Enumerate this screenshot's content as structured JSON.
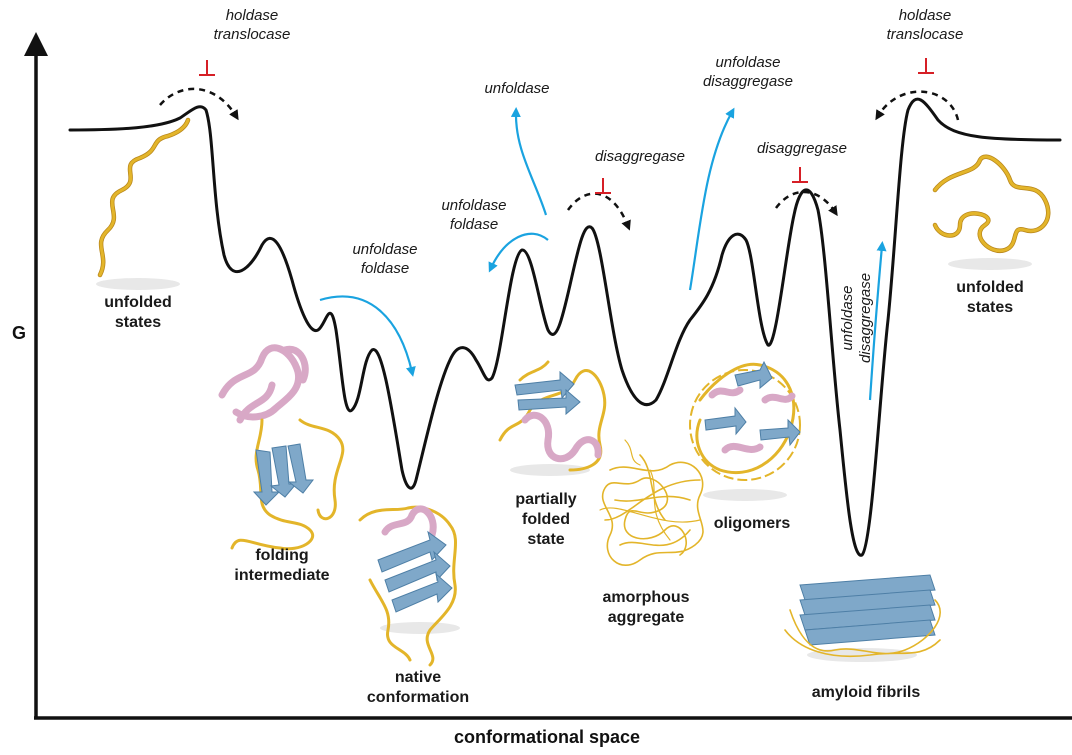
{
  "axes": {
    "y_label": "G",
    "x_label": "conformational space"
  },
  "states": [
    {
      "label_lines": [
        "unfolded",
        "states"
      ]
    },
    {
      "label_lines": [
        "folding",
        "intermediate"
      ]
    },
    {
      "label_lines": [
        "native",
        "conformation"
      ]
    },
    {
      "label_lines": [
        "partially",
        "folded",
        "state"
      ]
    },
    {
      "label_lines": [
        "amorphous",
        "aggregate"
      ]
    },
    {
      "label_lines": [
        "oligomers"
      ]
    },
    {
      "label_lines": [
        "amyloid fibrils"
      ]
    },
    {
      "label_lines": [
        "unfolded",
        "states"
      ]
    }
  ],
  "enzyme_labels": {
    "holdase_left": [
      "holdase",
      "translocase"
    ],
    "holdase_right": [
      "holdase",
      "translocase"
    ],
    "unfoldase_foldase_1": [
      "unfoldase",
      "foldase"
    ],
    "unfoldase_foldase_2": [
      "unfoldase",
      "foldase"
    ],
    "unfoldase_top": [
      "unfoldase"
    ],
    "disaggregase_1": [
      "disaggregase"
    ],
    "unfoldase_disaggregase_top": [
      "unfoldase",
      "disaggregase"
    ],
    "disaggregase_2": [
      "disaggregase"
    ],
    "unfoldase_disaggregase_vertical": [
      "unfoldase",
      "disaggregase"
    ]
  },
  "colors": {
    "landscape": "#111111",
    "chaperone_arrow": "#1aa3e0",
    "inhibition": "#d61f26",
    "coil": "#e3b52a",
    "helix": "#d8a8c6",
    "strand": "#7fa8c9"
  }
}
